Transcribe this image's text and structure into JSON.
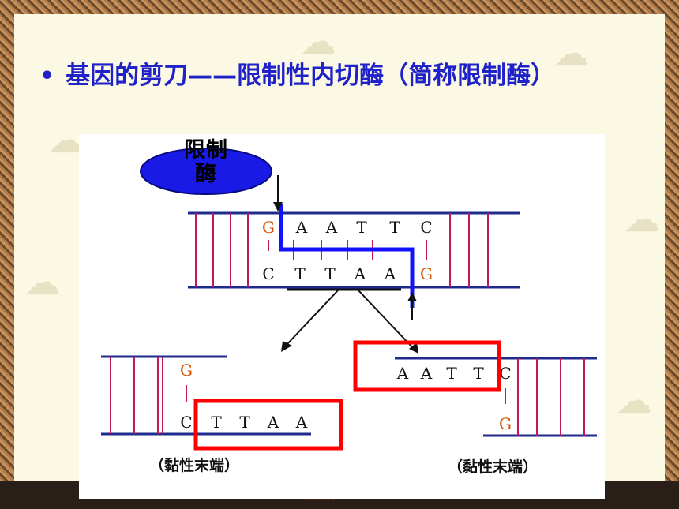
{
  "title": {
    "bullet": "•",
    "text": "基因的剪刀——限制性内切酶（简称限制酶）"
  },
  "enzyme": {
    "label_line1": "限制",
    "label_line2": "酶",
    "fill_color": "#1a1ae6"
  },
  "dna_top": {
    "top_strand": [
      "G",
      "A",
      "A",
      "T",
      "T",
      "C"
    ],
    "bottom_strand": [
      "C",
      "T",
      "T",
      "A",
      "A",
      "G"
    ]
  },
  "fragment_left": {
    "top_base": "G",
    "bottom_bases": [
      "C",
      "T",
      "T",
      "A",
      "A"
    ],
    "caption": "（黏性末端）"
  },
  "fragment_right": {
    "top_bases": [
      "A",
      "A",
      "T",
      "T",
      "C"
    ],
    "bottom_base": "G",
    "caption": "（黏性末端）"
  },
  "colors": {
    "title": "#1f22c9",
    "strand": "#1f2a8c",
    "rung": "#c2185b",
    "cut_line": "#1212ff",
    "highlight_box": "#ff0000",
    "guanine": "#d35400"
  }
}
